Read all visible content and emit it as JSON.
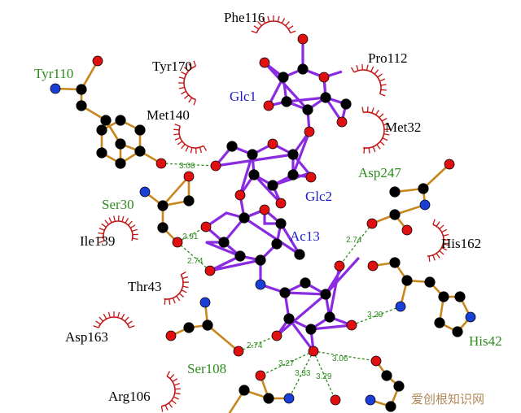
{
  "ligand": {
    "labels": {
      "glc1": "Glc1",
      "glc2": "Glc2",
      "ac13": "Ac13"
    }
  },
  "residues": {
    "hbond": {
      "tyr110": "Tyr110",
      "ser30": "Ser30",
      "asp247": "Asp247",
      "his42": "His42",
      "ser108": "Ser108"
    },
    "hydrophobic": {
      "phe116": "Phe116",
      "pro112": "Pro112",
      "tyr170": "Tyr170",
      "met140": "Met140",
      "met32": "Met32",
      "ile139": "Ile139",
      "his162": "His162",
      "thr43": "Thr43",
      "asp163": "Asp163",
      "arg106": "Arg106"
    }
  },
  "hbond_distances": {
    "d308": "3.08",
    "d291": "2.91",
    "d274a": "2.74",
    "d274b": "2.74",
    "d329a": "3.29",
    "d274c": "2.74",
    "d327": "3.27",
    "d333": "3.33",
    "d329b": "3.29",
    "d306": "3.06"
  },
  "colors": {
    "ligand_bond": "#8a2be2",
    "residue_bond": "#c8871e",
    "oxygen": "#e01010",
    "nitrogen": "#1a3fd6",
    "carbon": "#000000",
    "hydrophobic_arc": "#c41414",
    "hbond": "#2e8b1e"
  },
  "watermark": "爱创根知识网"
}
